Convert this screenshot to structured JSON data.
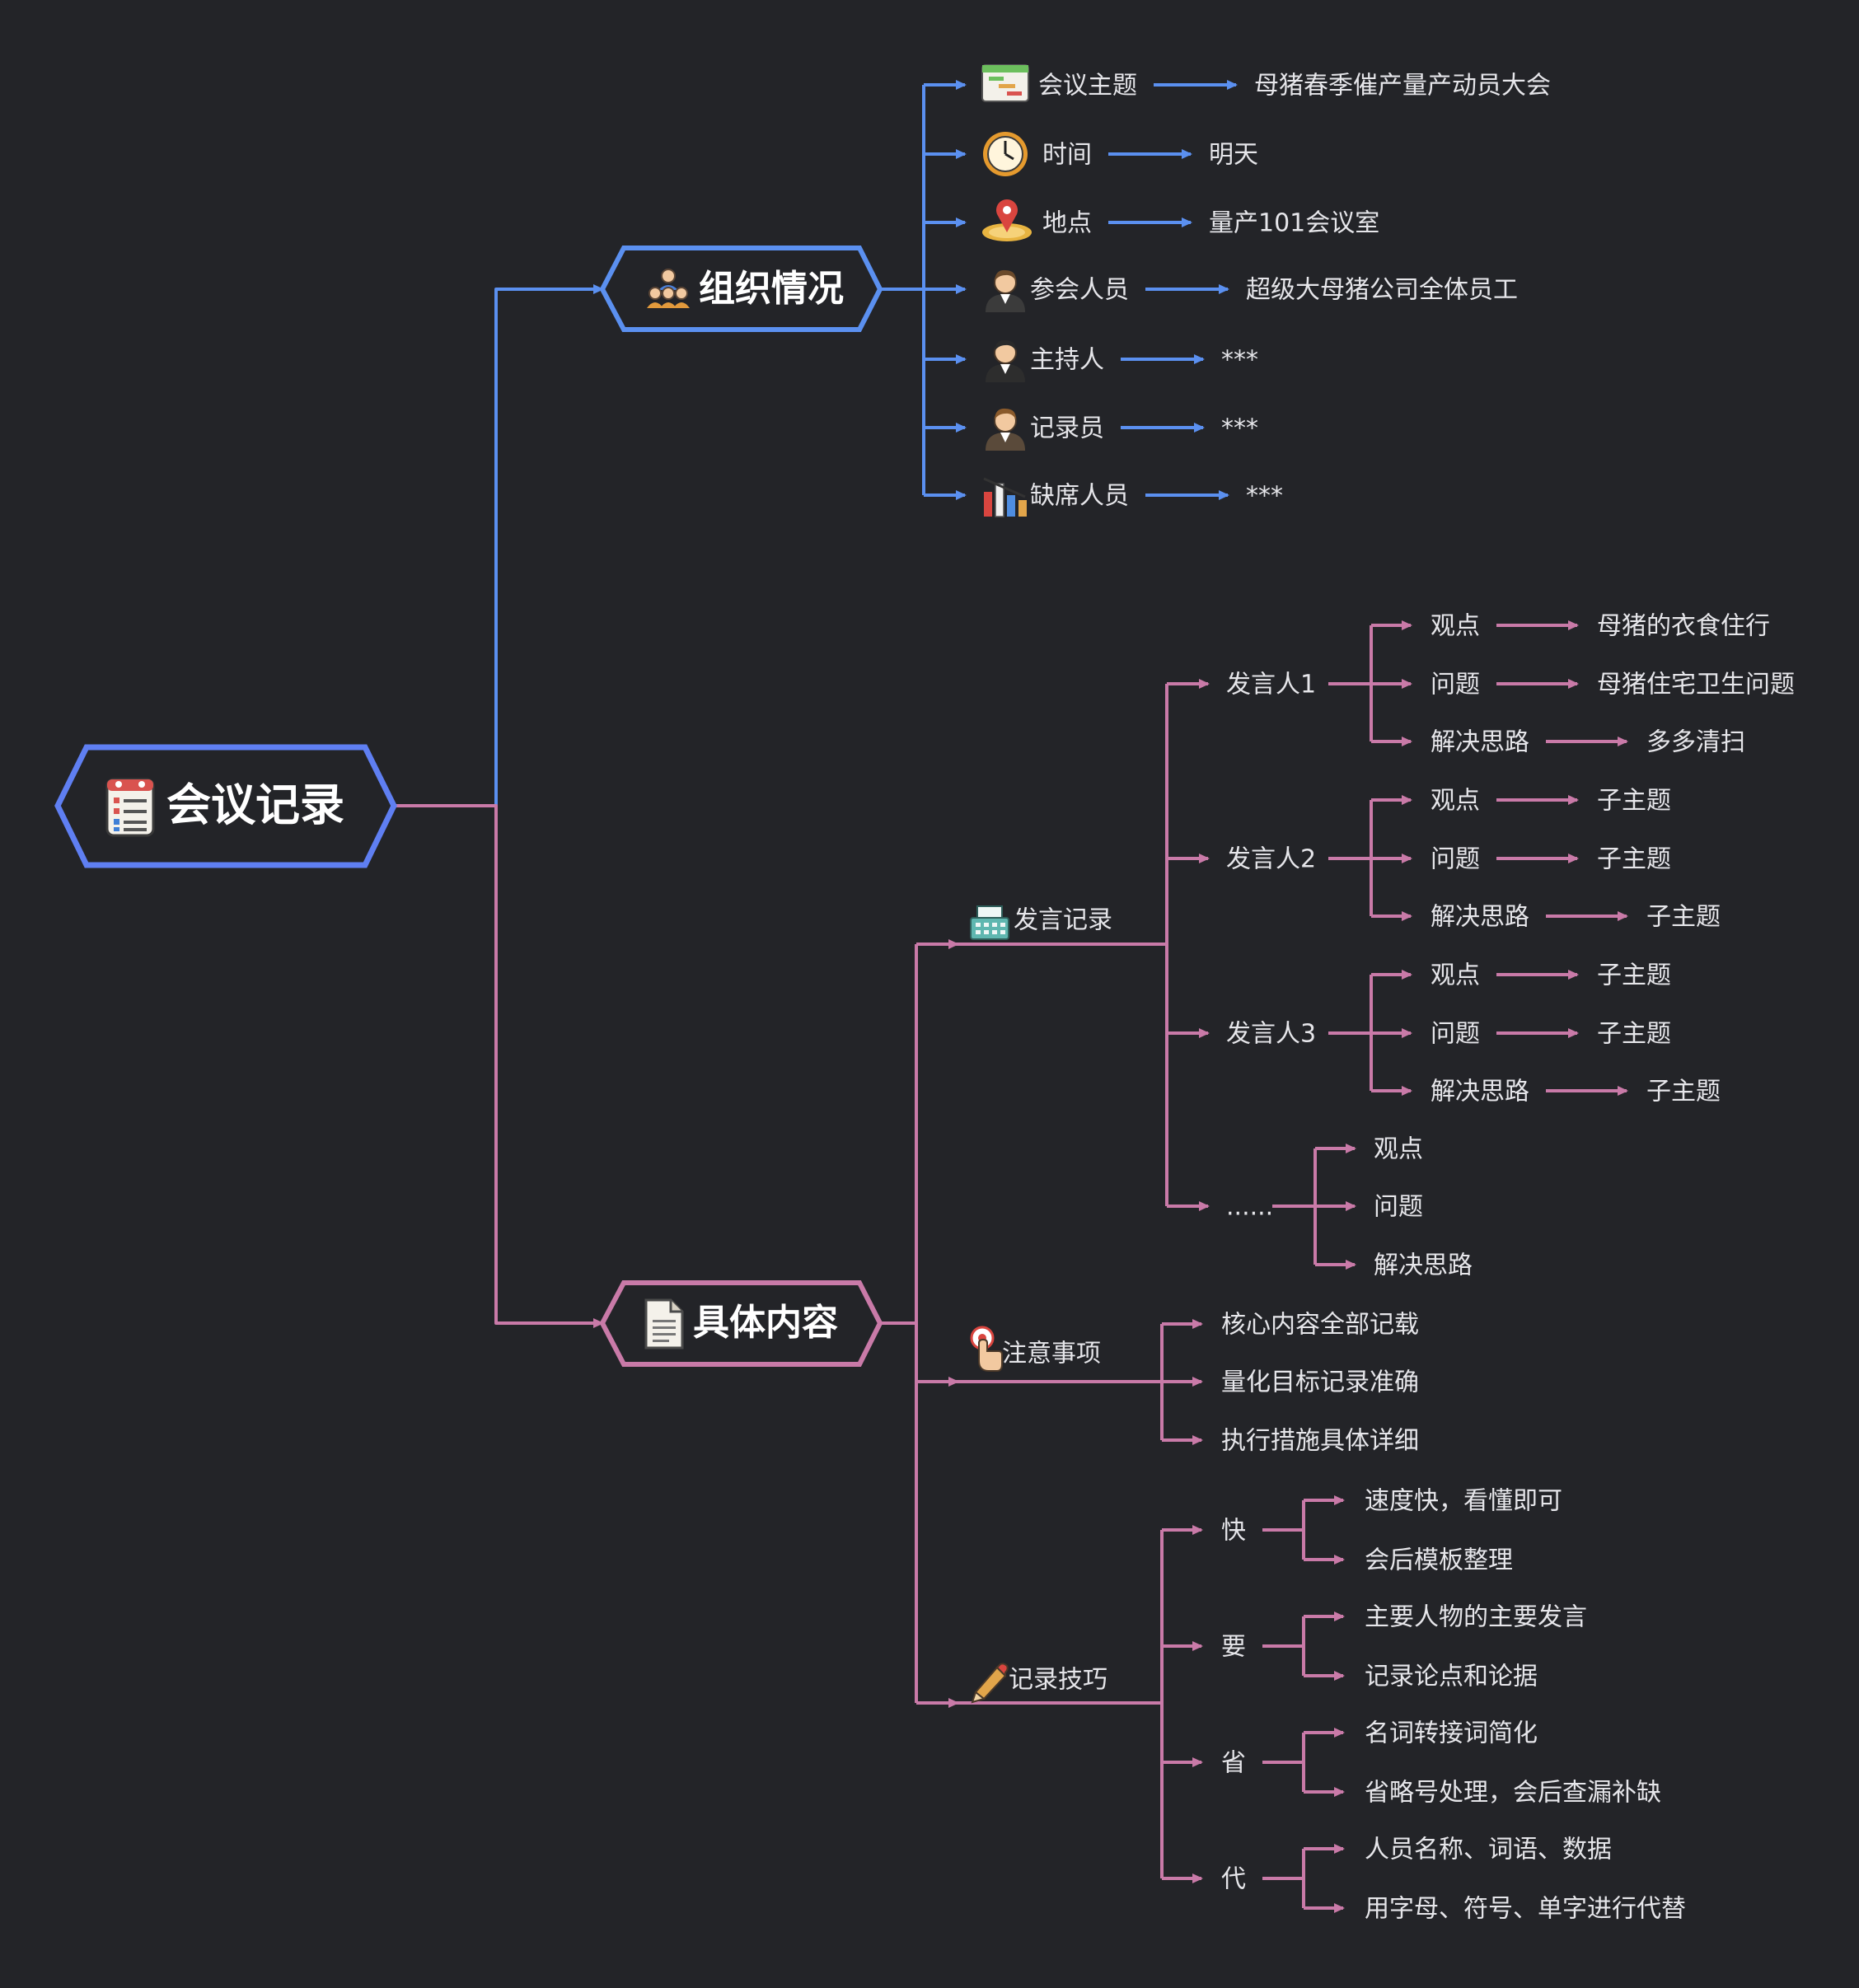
{
  "root": {
    "label": "会议记录",
    "icon": "checklist-icon"
  },
  "colors": {
    "background": "#232428",
    "blue": "#5b90f0",
    "pink": "#c97aa8",
    "root_border": "#5f7ff2"
  },
  "branches": {
    "org": {
      "label": "组织情况",
      "icon": "people-icon",
      "items": [
        {
          "label": "会议主题",
          "icon": "gantt-icon",
          "value": "母猪春季催产量产动员大会"
        },
        {
          "label": "时间",
          "icon": "clock-icon",
          "value": "明天"
        },
        {
          "label": "地点",
          "icon": "location-pin-icon",
          "value": "量产101会议室"
        },
        {
          "label": "参会人员",
          "icon": "attendee-avatar-icon",
          "value": "超级大母猪公司全体员工"
        },
        {
          "label": "主持人",
          "icon": "host-avatar-icon",
          "value": "***"
        },
        {
          "label": "记录员",
          "icon": "recorder-avatar-icon",
          "value": "***"
        },
        {
          "label": "缺席人员",
          "icon": "bar-chart-icon",
          "value": "***"
        }
      ]
    },
    "content": {
      "label": "具体内容",
      "icon": "document-icon",
      "speech": {
        "label": "发言记录",
        "icon": "cash-register-icon",
        "speakers": [
          {
            "label": "发言人1",
            "points": [
              {
                "label": "观点",
                "value": "母猪的衣食住行"
              },
              {
                "label": "问题",
                "value": "母猪住宅卫生问题"
              },
              {
                "label": "解决思路",
                "value": "多多清扫"
              }
            ]
          },
          {
            "label": "发言人2",
            "points": [
              {
                "label": "观点",
                "value": "子主题"
              },
              {
                "label": "问题",
                "value": "子主题"
              },
              {
                "label": "解决思路",
                "value": "子主题"
              }
            ]
          },
          {
            "label": "发言人3",
            "points": [
              {
                "label": "观点",
                "value": "子主题"
              },
              {
                "label": "问题",
                "value": "子主题"
              },
              {
                "label": "解决思路",
                "value": "子主题"
              }
            ]
          }
        ],
        "more": {
          "label": "......",
          "items": [
            "观点",
            "问题",
            "解决思路"
          ]
        }
      },
      "notes": {
        "label": "注意事项",
        "icon": "pointing-hand-icon",
        "items": [
          "核心内容全部记载",
          "量化目标记录准确",
          "执行措施具体详细"
        ]
      },
      "tips": {
        "label": "记录技巧",
        "icon": "pencil-icon",
        "groups": [
          {
            "label": "快",
            "items": [
              "速度快，看懂即可",
              "会后模板整理"
            ]
          },
          {
            "label": "要",
            "items": [
              "主要人物的主要发言",
              "记录论点和论据"
            ]
          },
          {
            "label": "省",
            "items": [
              "名词转接词简化",
              "省略号处理，会后查漏补缺"
            ]
          },
          {
            "label": "代",
            "items": [
              "人员名称、词语、数据",
              "用字母、符号、单字进行代替"
            ]
          }
        ]
      }
    }
  }
}
